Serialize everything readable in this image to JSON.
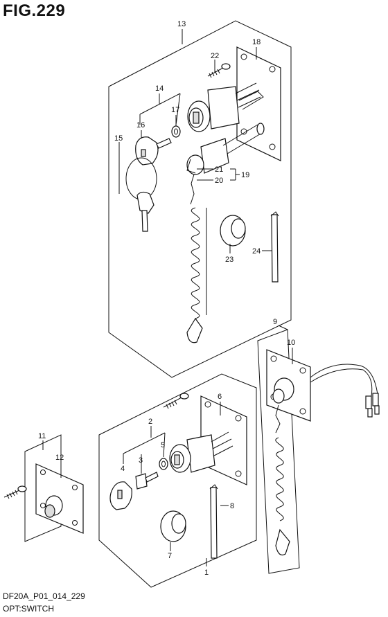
{
  "figure": {
    "title": "FIG.229",
    "code": "DF20A_P01_014_229",
    "caption": "OPT:SWITCH"
  },
  "callouts": {
    "c1": "1",
    "c2": "2",
    "c3": "3",
    "c4": "4",
    "c5": "5",
    "c6": "6",
    "c7": "7",
    "c8": "8",
    "c9": "9",
    "c10": "10",
    "c11": "11",
    "c12": "12",
    "c13": "13",
    "c14": "14",
    "c15": "15",
    "c16": "16",
    "c17": "17",
    "c18": "18",
    "c19": "19",
    "c20": "20",
    "c21": "21",
    "c22": "22",
    "c23": "23",
    "c24": "24"
  }
}
